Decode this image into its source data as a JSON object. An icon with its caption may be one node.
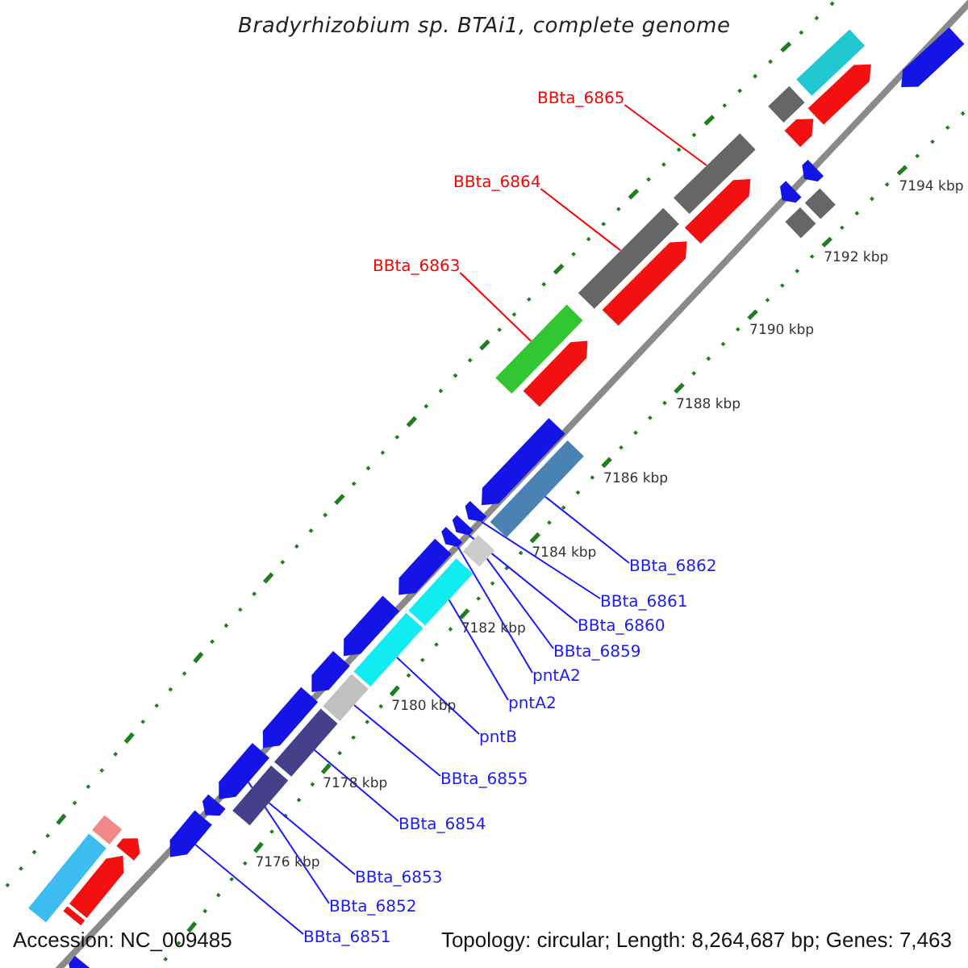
{
  "diagram": {
    "title": "Bradyrhizobium sp. BTAi1, complete genome",
    "nodes": [
      {
        "text": [
          "BBta_6865"
        ]
      },
      {
        "text": [
          "BBta_6864"
        ]
      },
      {
        "text": [
          "BBta_6863"
        ]
      },
      {
        "text": [
          "BBta_6862"
        ]
      },
      {
        "text": [
          "BBta_6861"
        ]
      },
      {
        "text": [
          "BBta_6860"
        ]
      },
      {
        "text": [
          "BBta_6859"
        ]
      },
      {
        "text": [
          "pntA2"
        ]
      },
      {
        "text": [
          "pntA2"
        ]
      },
      {
        "text": [
          "pntB"
        ]
      },
      {
        "text": [
          "BBta_6855"
        ]
      },
      {
        "text": [
          "BBta_6854"
        ]
      },
      {
        "text": [
          "BBta_6853"
        ]
      },
      {
        "text": [
          "BBta_6852"
        ]
      },
      {
        "text": [
          "BBta_6851"
        ]
      },
      {
        "text": [],
        "shape": "arrow"
      },
      {
        "text": [],
        "shape": "arrow"
      },
      {
        "text": [],
        "shape": "bar"
      },
      {
        "text": [],
        "shape": "arrow"
      },
      {
        "text": [],
        "shape": "bar"
      },
      {
        "text": [],
        "shape": "arrow"
      },
      {
        "text": [],
        "shape": "arrow"
      },
      {
        "text": [],
        "shape": "arrow"
      },
      {
        "text": [],
        "shape": "bar"
      },
      {
        "text": [],
        "shape": "arrow"
      },
      {
        "text": [],
        "shape": "bar"
      },
      {
        "text": [],
        "shape": "arrow"
      },
      {
        "text": [],
        "shape": "bar"
      },
      {
        "text": [],
        "shape": "arrow"
      },
      {
        "text": [],
        "shape": "bar"
      },
      {
        "text": [],
        "shape": "arrow"
      },
      {
        "text": [],
        "shape": "bar"
      },
      {
        "text": [],
        "shape": "arrow"
      },
      {
        "text": [],
        "shape": "arrow"
      },
      {
        "text": [],
        "shape": "bar"
      },
      {
        "text": [],
        "shape": "arrow"
      },
      {
        "text": [],
        "shape": "arrow"
      },
      {
        "text": [],
        "shape": "bar"
      },
      {
        "text": [],
        "shape": "arrow"
      },
      {
        "text": [],
        "shape": "bar"
      },
      {
        "text": [],
        "shape": "arrow"
      },
      {
        "text": [],
        "shape": "bar"
      },
      {
        "text": [],
        "shape": "arrow"
      },
      {
        "text": [],
        "shape": "arrow"
      },
      {
        "text": [],
        "shape": "bar"
      },
      {
        "text": [],
        "shape": "bar"
      },
      {
        "text": [],
        "shape": "arrow"
      },
      {
        "text": [],
        "shape": "bar"
      },
      {
        "text": [],
        "shape": "arrow"
      },
      {
        "text": [],
        "shape": "arrow"
      },
      {
        "text": [],
        "shape": "bar"
      },
      {
        "text": [],
        "shape": "arrow"
      },
      {
        "text": [],
        "shape": "bar"
      },
      {
        "text": [],
        "shape": "arrow"
      }
    ],
    "edges": [
      {
        "from": 0,
        "to": 44,
        "arrow": "none",
        "color": "#ff0000"
      },
      {
        "from": 1,
        "to": 41,
        "arrow": "none",
        "color": "#ff0000"
      },
      {
        "from": 2,
        "to": 39,
        "arrow": "none",
        "color": "#ff0000"
      },
      {
        "from": 3,
        "to": 37,
        "arrow": "none"
      },
      {
        "from": 4,
        "to": 36,
        "arrow": "none"
      },
      {
        "from": 5,
        "to": 35,
        "arrow": "none"
      },
      {
        "from": 6,
        "to": 34,
        "arrow": "none"
      },
      {
        "from": 7,
        "to": 33,
        "arrow": "none"
      },
      {
        "from": 8,
        "to": 31,
        "arrow": "none"
      },
      {
        "from": 9,
        "to": 29,
        "arrow": "none"
      },
      {
        "from": 10,
        "to": 27,
        "arrow": "none"
      },
      {
        "from": 11,
        "to": 25,
        "arrow": "none"
      },
      {
        "from": 12,
        "to": 23,
        "arrow": "none"
      },
      {
        "from": 13,
        "to": 24,
        "arrow": "none"
      },
      {
        "from": 14,
        "to": 21,
        "arrow": "none"
      }
    ],
    "labels": [
      "7194 kbp",
      "7192 kbp",
      "7190 kbp",
      "7188 kbp",
      "7186 kbp",
      "7184 kbp",
      "7182 kbp",
      "7180 kbp",
      "7178 kbp",
      "7176 kbp",
      "Accession: NC_009485",
      "Topology: circular; Length: 8,264,687 bp; Genes: 7,463"
    ]
  }
}
